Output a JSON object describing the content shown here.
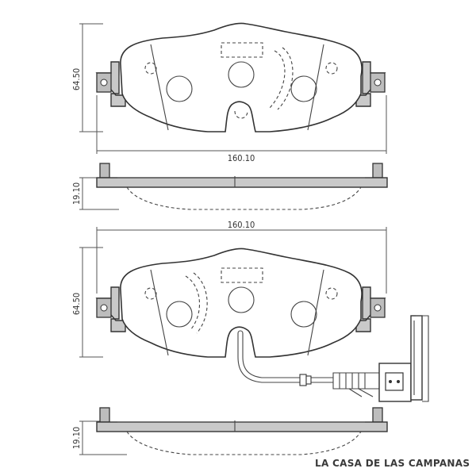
{
  "dimensions": {
    "view1_height": "64.50",
    "view1_width": "160.10",
    "view2_thickness": "19.10",
    "view3_width": "160.10",
    "view3_height": "64.50",
    "view4_thickness": "19.10"
  },
  "brand": "LA CASA DE LAS CAMPANAS"
}
